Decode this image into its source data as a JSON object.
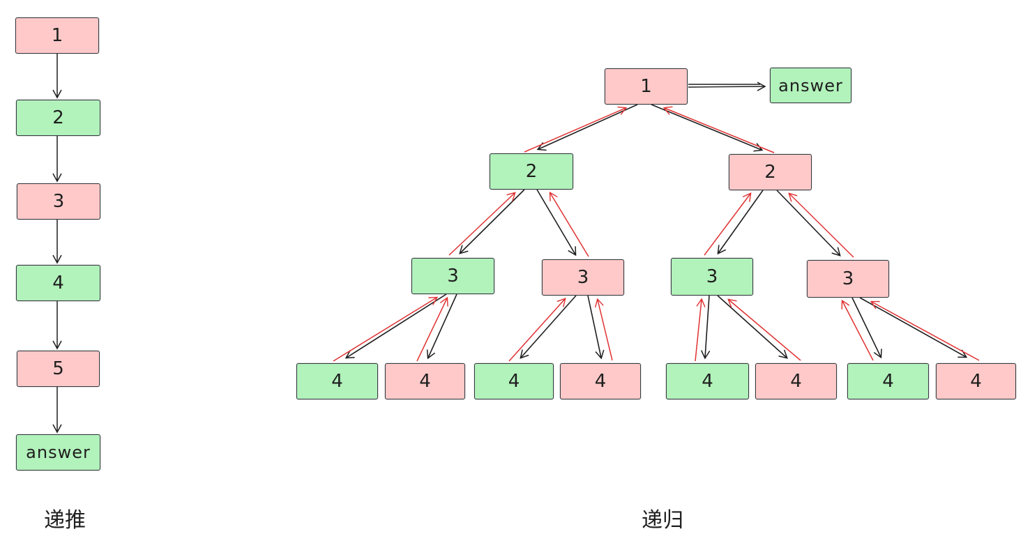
{
  "colors": {
    "background": "#ffffff",
    "pink-fill": "#ffc9c9",
    "green-fill": "#b2f2bb",
    "stroke": "#343a40",
    "arrow-black": "#1e1e1e",
    "arrow-red": "#e03131",
    "text": "#1e1e1e"
  },
  "left_diagram": {
    "label": "递推",
    "nodes": [
      {
        "text": "1",
        "color": "pink"
      },
      {
        "text": "2",
        "color": "green"
      },
      {
        "text": "3",
        "color": "pink"
      },
      {
        "text": "4",
        "color": "green"
      },
      {
        "text": "5",
        "color": "pink"
      },
      {
        "text": "answer",
        "color": "green"
      }
    ]
  },
  "right_diagram": {
    "label": "递归",
    "root": {
      "text": "1",
      "color": "pink"
    },
    "answer": {
      "text": "answer",
      "color": "green"
    },
    "level2": [
      {
        "text": "2",
        "color": "green"
      },
      {
        "text": "2",
        "color": "pink"
      }
    ],
    "level3": [
      {
        "text": "3",
        "color": "green"
      },
      {
        "text": "3",
        "color": "pink"
      },
      {
        "text": "3",
        "color": "green"
      },
      {
        "text": "3",
        "color": "pink"
      }
    ],
    "level4": [
      {
        "text": "4",
        "color": "green"
      },
      {
        "text": "4",
        "color": "pink"
      },
      {
        "text": "4",
        "color": "green"
      },
      {
        "text": "4",
        "color": "pink"
      },
      {
        "text": "4",
        "color": "green"
      },
      {
        "text": "4",
        "color": "pink"
      },
      {
        "text": "4",
        "color": "green"
      },
      {
        "text": "4",
        "color": "pink"
      }
    ],
    "arrow_semantics": {
      "black": "call (top-down)",
      "red": "return (bottom-up)"
    }
  }
}
